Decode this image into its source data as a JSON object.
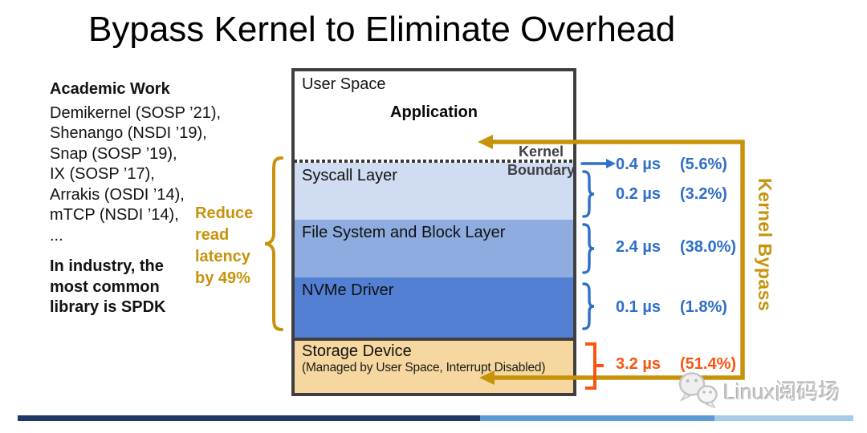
{
  "title": "Bypass Kernel to Eliminate Overhead",
  "academic": {
    "heading": "Academic Work",
    "items": [
      "Demikernel (SOSP ’21),",
      "Shenango (NSDI ’19),",
      "Snap (SOSP ’19),",
      "IX (SOSP ’17),",
      "Arrakis (OSDI ’14),",
      "mTCP (NSDI ’14),",
      "..."
    ]
  },
  "industry_note": "In industry, the\nmost common\nlibrary is SPDK",
  "reduce_note": "Reduce\nread\nlatency\nby 49%",
  "diagram": {
    "user_space": "User Space",
    "application": "Application",
    "kernel_boundary": {
      "line1": "Kernel",
      "line2": "Boundary"
    },
    "layers": [
      {
        "name": "Syscall Layer",
        "color": "#CFDCF1"
      },
      {
        "name": "File System and Block Layer",
        "color": "#8EACDF"
      },
      {
        "name": "NVMe Driver",
        "color": "#5380D2"
      }
    ],
    "storage": {
      "name": "Storage Device",
      "subtitle": "(Managed by User Space, Interrupt Disabled)",
      "color": "#F6D79F"
    }
  },
  "latencies": [
    {
      "duration": "0.4 µs",
      "share": "(5.6%)"
    },
    {
      "duration": "0.2 µs",
      "share": "(3.2%)"
    },
    {
      "duration": "2.4 µs",
      "share": "(38.0%)"
    },
    {
      "duration": "0.1 µs",
      "share": "(1.8%)"
    },
    {
      "duration": "3.2 µs",
      "share": "(51.4%)"
    }
  ],
  "kernel_bypass_label": "Kernel Bypass",
  "watermark": "Linux阅码场",
  "colors": {
    "bypass_gold": "#C8930B",
    "latency_blue": "#2E6FC9",
    "storage_orange": "#FB5312",
    "box_border": "#3F3F3F",
    "footer": [
      "#1F3864",
      "#5B9BD5",
      "#A6CAEA"
    ]
  }
}
